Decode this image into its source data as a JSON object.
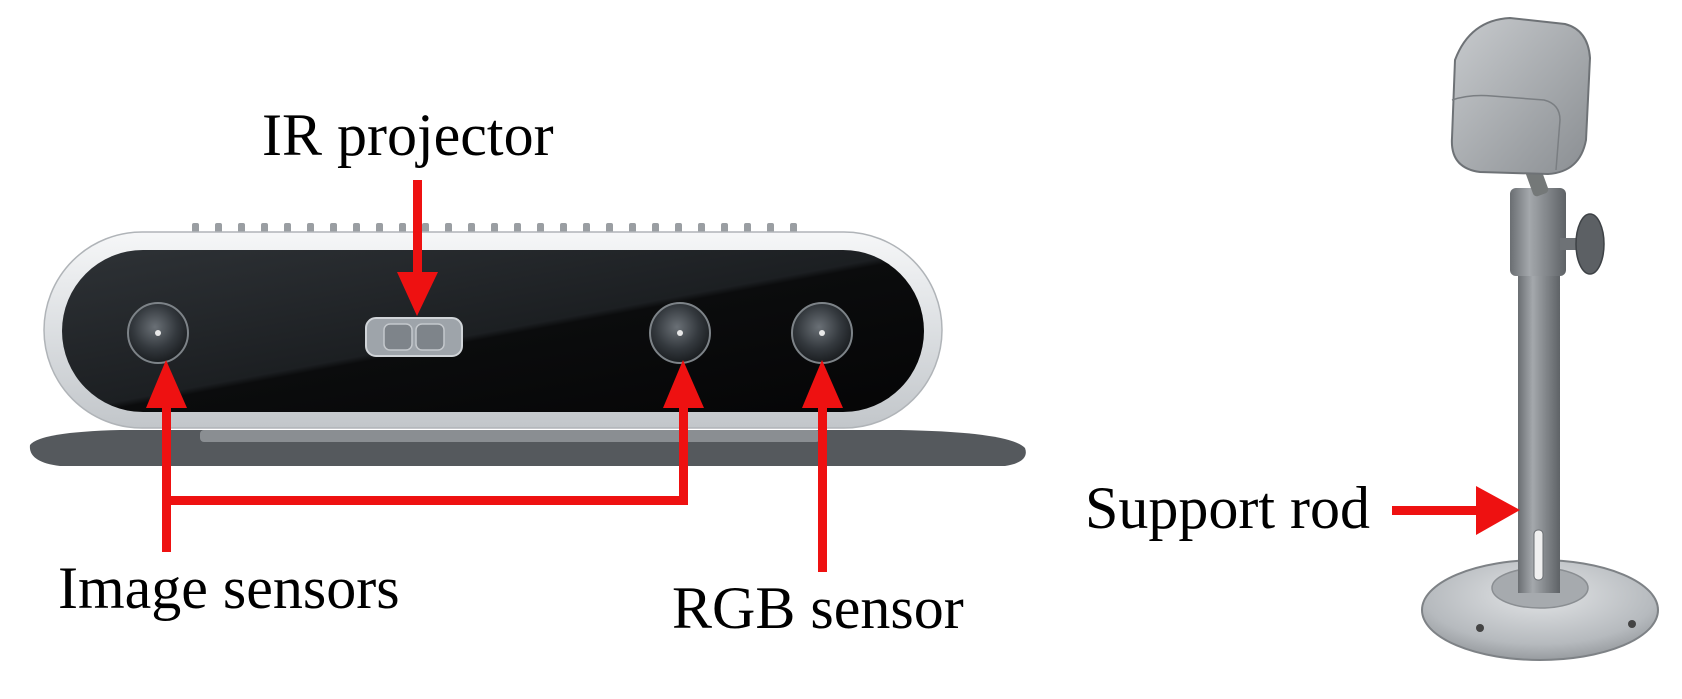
{
  "labels": {
    "ir_projector": "IR projector",
    "image_sensors": "Image sensors",
    "rgb_sensor": "RGB sensor",
    "support_rod": "Support rod"
  },
  "colors": {
    "arrow": "#ee1111",
    "camera_body": "#e4e6e8",
    "camera_face": "#141618",
    "stand_metal": "#8c9094",
    "base_plate": "#b4b8bc"
  },
  "icons": {
    "camera": "depth-camera-icon",
    "stand": "camera-stand-icon"
  }
}
